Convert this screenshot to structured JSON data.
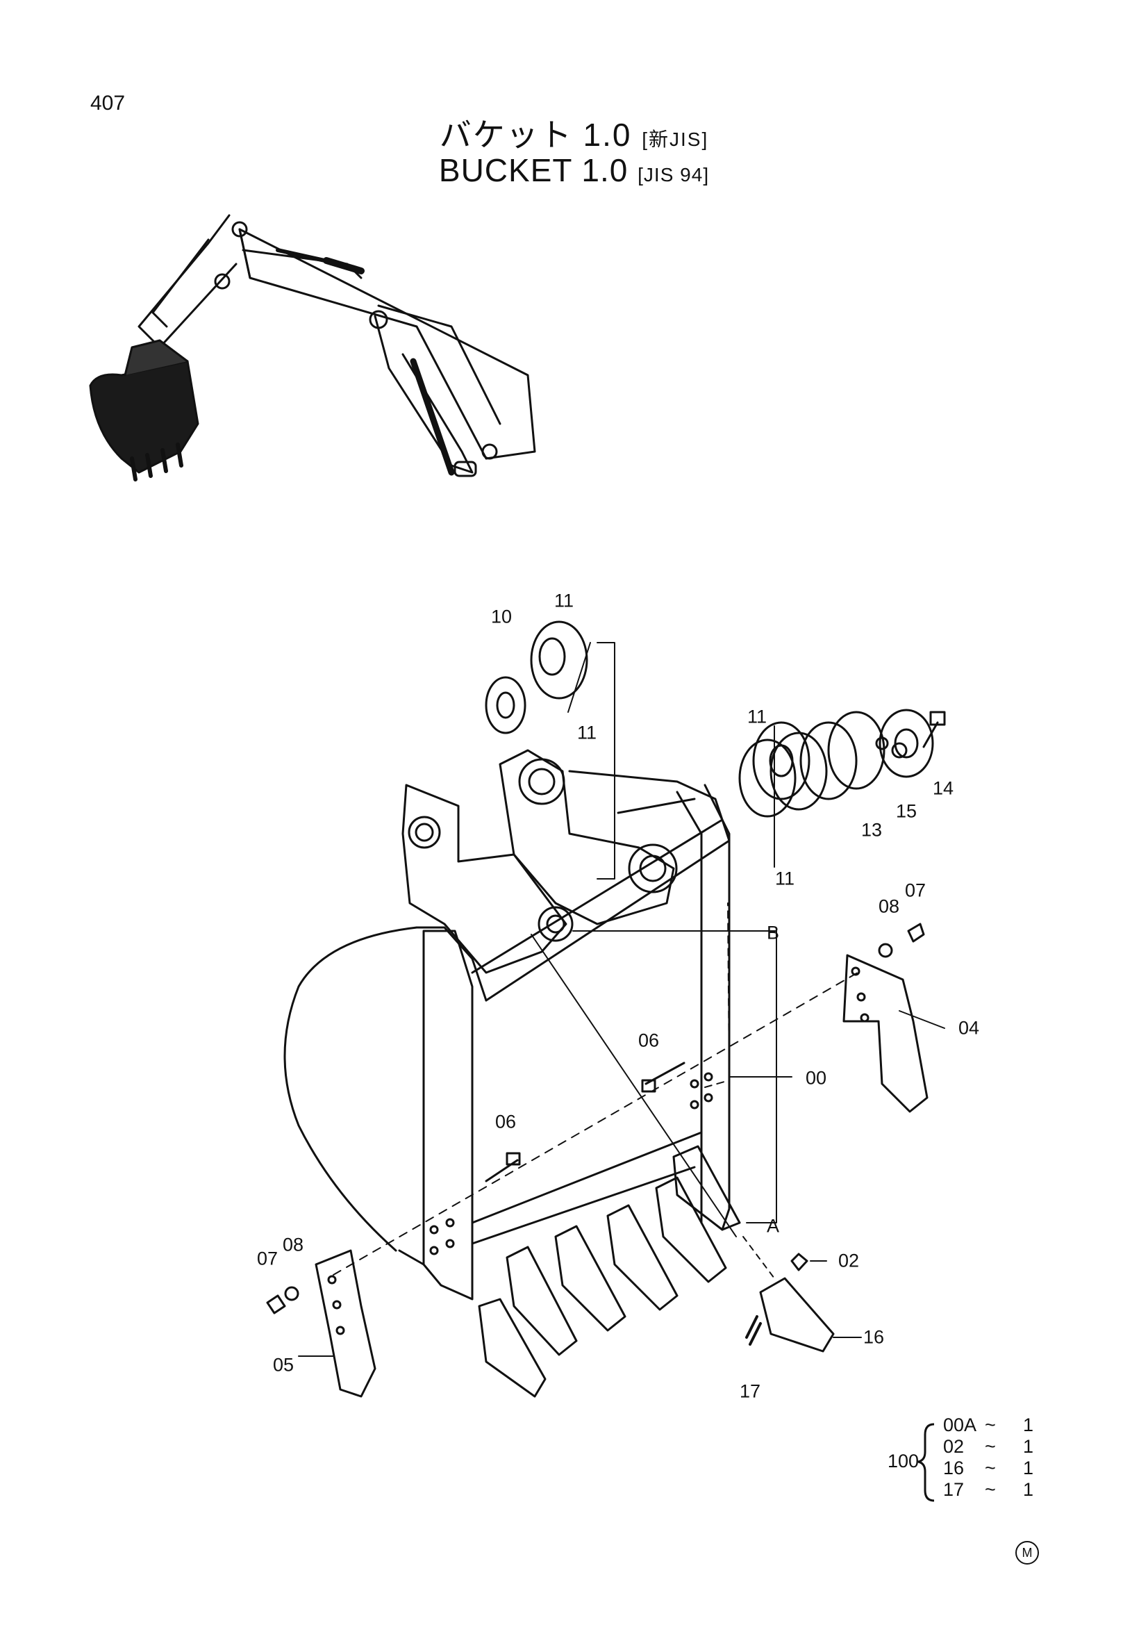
{
  "page_number": "407",
  "title": {
    "jp": "バケット 1.0",
    "jp_tag": "[新JIS]",
    "en": "BUCKET 1.0",
    "en_tag": "[JIS 94]"
  },
  "callouts": [
    "10",
    "11",
    "11",
    "11",
    "11",
    "13",
    "14",
    "15",
    "08",
    "07",
    "04",
    "06",
    "06",
    "00",
    "B",
    "A",
    "02",
    "16",
    "17",
    "07",
    "08",
    "05"
  ],
  "kit": {
    "number": "100",
    "rows": [
      {
        "part": "00A",
        "sep": "~",
        "qty": "1"
      },
      {
        "part": "02",
        "sep": "~",
        "qty": "1"
      },
      {
        "part": "16",
        "sep": "~",
        "qty": "1"
      },
      {
        "part": "17",
        "sep": "~",
        "qty": "1"
      }
    ]
  },
  "corner_mark": "M"
}
